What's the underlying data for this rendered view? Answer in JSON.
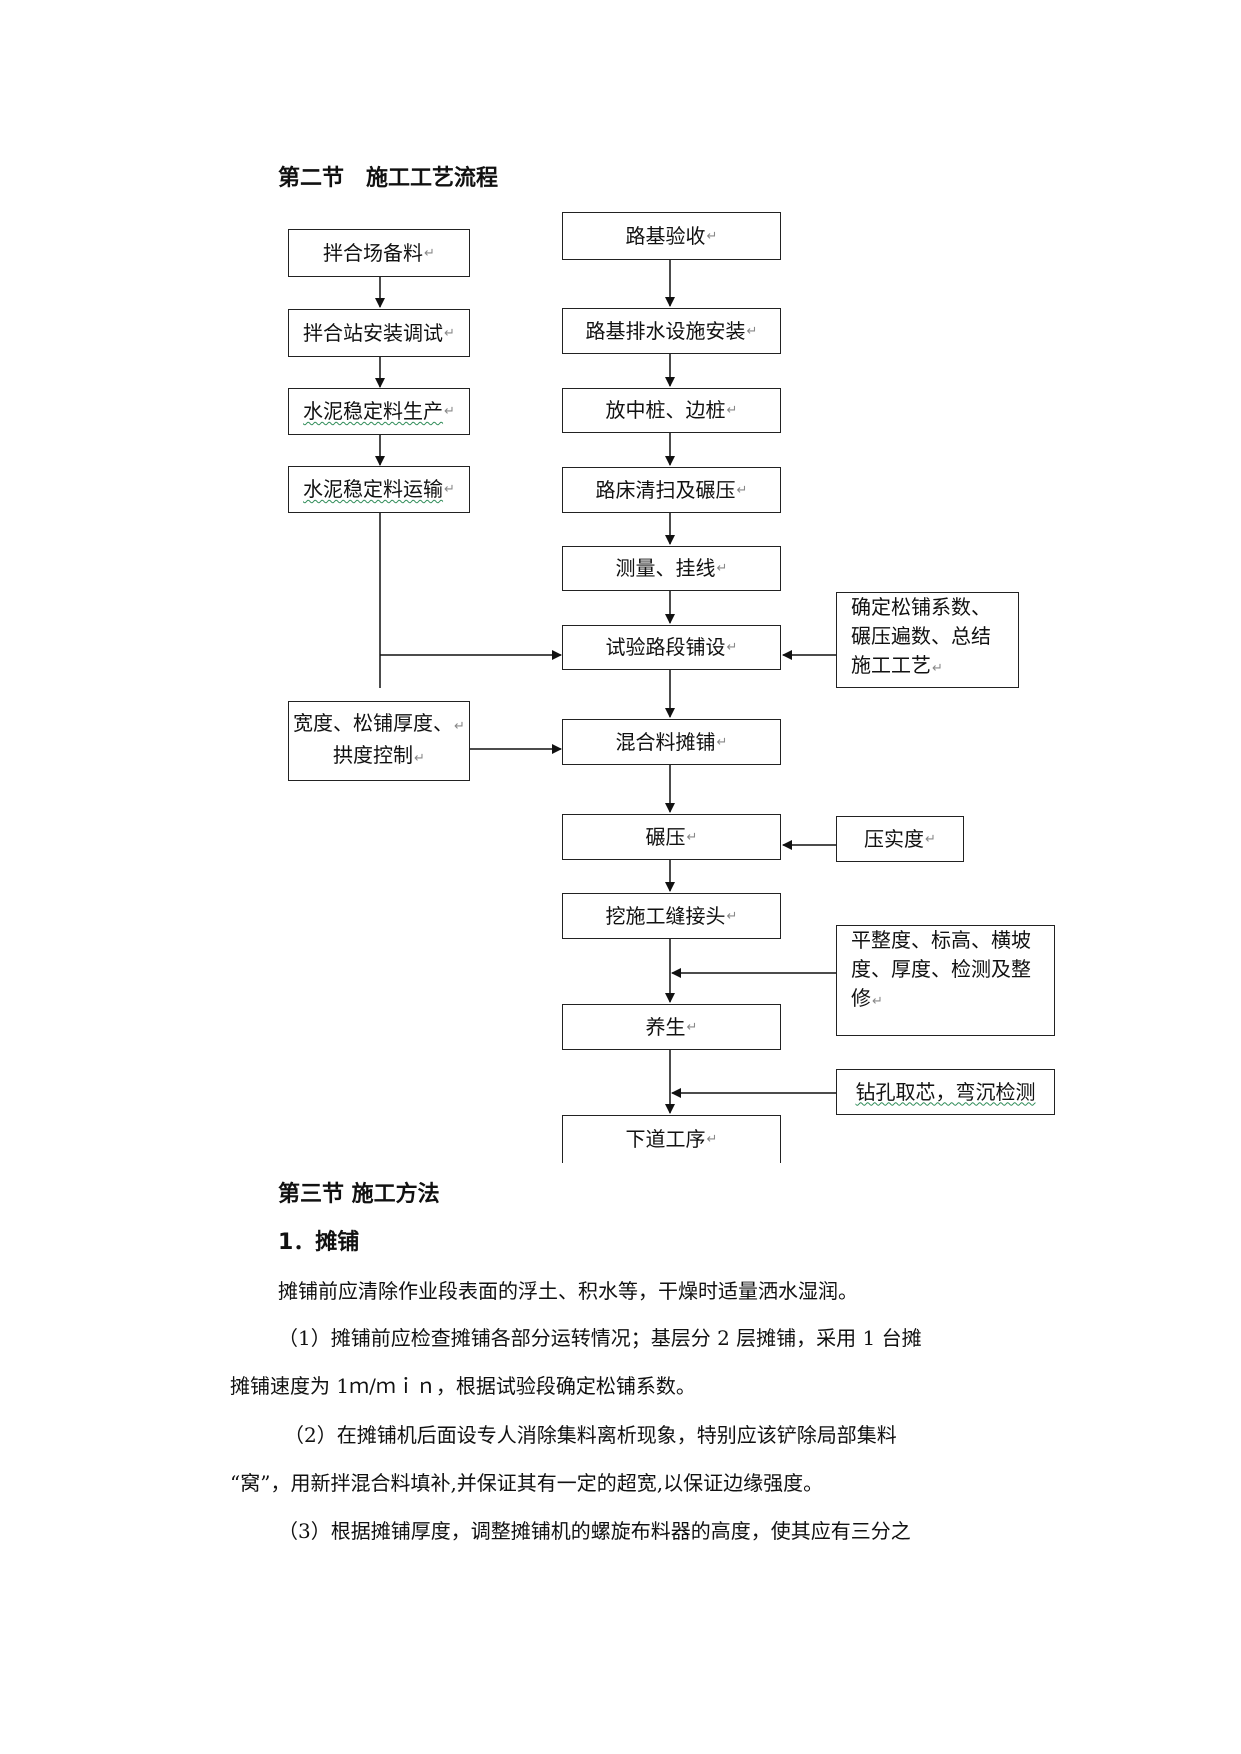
{
  "section2_title": "第二节　施工工艺流程",
  "flow_left": {
    "b1": "拌合场备料",
    "b2": "拌合站安装调试",
    "b3": "水泥稳定料生产",
    "b4": "水泥稳定料运输",
    "b5a": "宽度、松铺厚度、",
    "b5b": "拱度控制"
  },
  "flow_main": {
    "m1": "路基验收",
    "m2": "路基排水设施安装",
    "m3": "放中桩、边桩",
    "m4": "路床清扫及碾压",
    "m5": "测量、挂线",
    "m6": "试验路段铺设",
    "m7": "混合料摊铺",
    "m8": "碾压",
    "m9": "挖施工缝接头",
    "m10": "养生",
    "m11": "下道工序"
  },
  "flow_right": {
    "r1a": "确定松铺系数、",
    "r1b": "碾压遍数、总结",
    "r1c": "施工工艺",
    "r2": "压实度",
    "r3a": "平整度、标高、横坡",
    "r3b": "度、厚度、检测及整",
    "r3c": "修",
    "r4": "钻孔取芯，弯沉检测"
  },
  "para_mark": "↵",
  "section3_title": "第三节  施工方法",
  "item1_title": "1．摊铺",
  "paragraphs": {
    "p1": "摊铺前应清除作业段表面的浮土、积水等，干燥时适量洒水湿润。",
    "p2a": "（1）摊铺前应检查摊铺各部分运转情况；基层分 2 层摊铺，采用 1 台摊",
    "p2b": "摊铺速度为 1ｍ/ｍｉｎ，根据试验段确定松铺系数。",
    "p3a": "（2）在摊铺机后面设专人消除集料离析现象，特别应该铲除局部集料",
    "p3b": "“窝”，用新拌混合料填补,并保证其有一定的超宽,以保证边缘强度。",
    "p4a": "（3）根据摊铺厚度，调整摊铺机的螺旋布料器的高度，使其应有三分之"
  }
}
